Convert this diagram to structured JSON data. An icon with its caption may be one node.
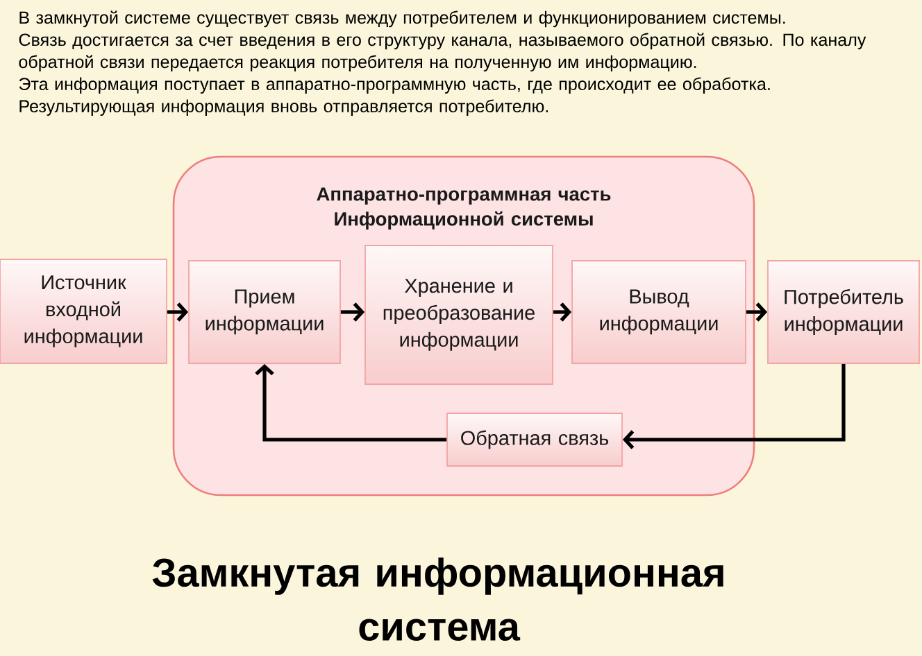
{
  "diagram": {
    "title": "Замкнутая информационная система",
    "nodes": [
      {
        "text": [
          "Аппаратно-программная часть Информационной системы"
        ]
      },
      {
        "text": [
          "Источник входной информации"
        ]
      },
      {
        "text": [
          "Прием информации"
        ],
        "in": 0
      },
      {
        "text": [
          "Хранение и преобразование информации"
        ],
        "in": 0
      },
      {
        "text": [
          "Вывод информации"
        ],
        "in": 0
      },
      {
        "text": [
          "Потребитель информации"
        ]
      },
      {
        "text": [
          "Обратная связь"
        ],
        "in": 0
      }
    ],
    "edges": [
      {
        "from": 1,
        "to": 2,
        "arrow": "to"
      },
      {
        "from": 2,
        "to": 3,
        "arrow": "to"
      },
      {
        "from": 3,
        "to": 4,
        "arrow": "to"
      },
      {
        "from": 4,
        "to": 5,
        "arrow": "to"
      },
      {
        "from": 5,
        "to": 6,
        "arrow": "to"
      },
      {
        "from": 6,
        "to": 2,
        "arrow": "to"
      }
    ],
    "labels": [
      "В замкнутой системе существует связь между потребителем и функционированием системы.",
      "Связь достигается за счет введения в его структуру канала, называемого обратной связью. По каналу обратной связи передается реакция потребителя на полученную им информацию.",
      "Эта информация поступает в аппаратно-программную часть, где происходит ее обработка.",
      "Результирующая информация вновь отправляется потребителю."
    ]
  }
}
